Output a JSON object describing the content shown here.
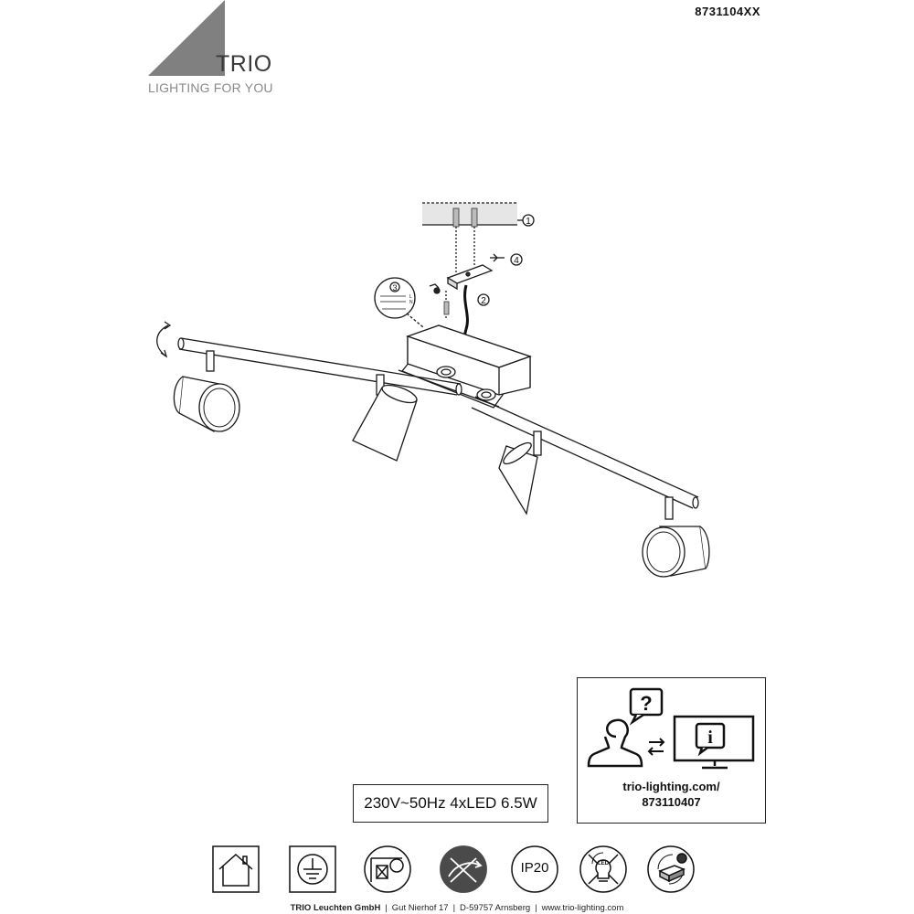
{
  "header": {
    "product_code": "8731104XX",
    "brand_name": "TRIO",
    "brand_tagline": "LIGHTING FOR YOU"
  },
  "drawing": {
    "callouts": [
      "1",
      "2",
      "3",
      "4"
    ],
    "wiring_labels": [
      "L",
      "N"
    ]
  },
  "spec": {
    "text": "230V~50Hz  4xLED 6.5W"
  },
  "info": {
    "question_mark": "?",
    "info_letter": "i",
    "url_line1": "trio-lighting.com/",
    "url_line2": "873110407"
  },
  "symbols": [
    {
      "icon": "indoor-house-icon"
    },
    {
      "icon": "protective-earth-icon"
    },
    {
      "icon": "minimum-distance-icon"
    },
    {
      "icon": "not-dimmable-icon"
    },
    {
      "icon": "ip20-icon",
      "label": "IP20"
    },
    {
      "icon": "led-not-replaceable-icon",
      "label": "LED"
    },
    {
      "icon": "driver-not-replaceable-icon"
    }
  ],
  "footer": {
    "company": "TRIO Leuchten GmbH",
    "street": "Gut Nierhof 17",
    "city": "D-59757 Arnsberg",
    "website": "www.trio-lighting.com"
  }
}
